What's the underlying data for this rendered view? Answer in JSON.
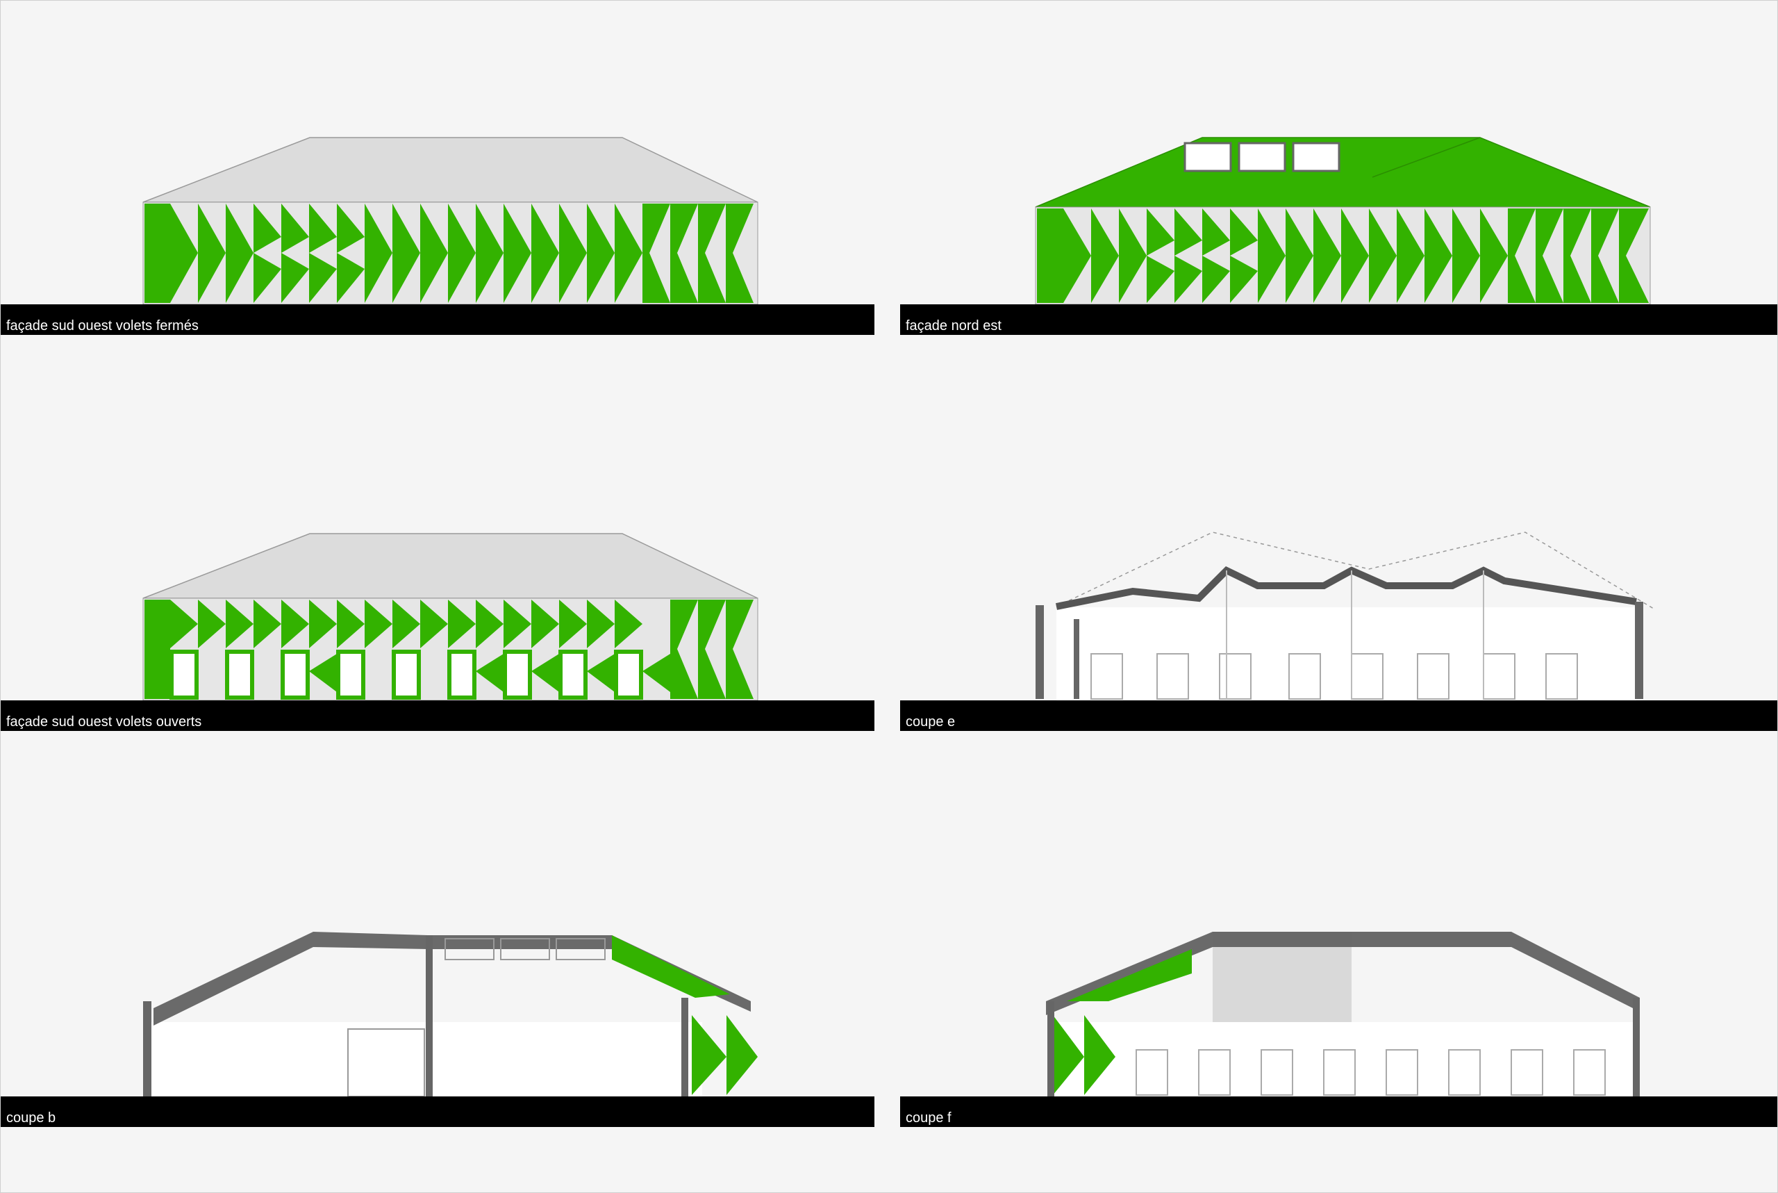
{
  "colors": {
    "background": "#f5f5f5",
    "accent_green": "#33b200",
    "roof_grey": "#dcdcdc",
    "section_grey": "#6a6a6a",
    "caption_bar": "#000000",
    "caption_text": "#ffffff"
  },
  "panels": {
    "p1": {
      "caption": "façade sud ouest volets fermés"
    },
    "p2": {
      "caption": "façade nord est"
    },
    "p3": {
      "caption": "façade sud ouest volets ouverts"
    },
    "p4": {
      "caption": "coupe e"
    },
    "p5": {
      "caption": "coupe b"
    },
    "p6": {
      "caption": "coupe f"
    }
  }
}
